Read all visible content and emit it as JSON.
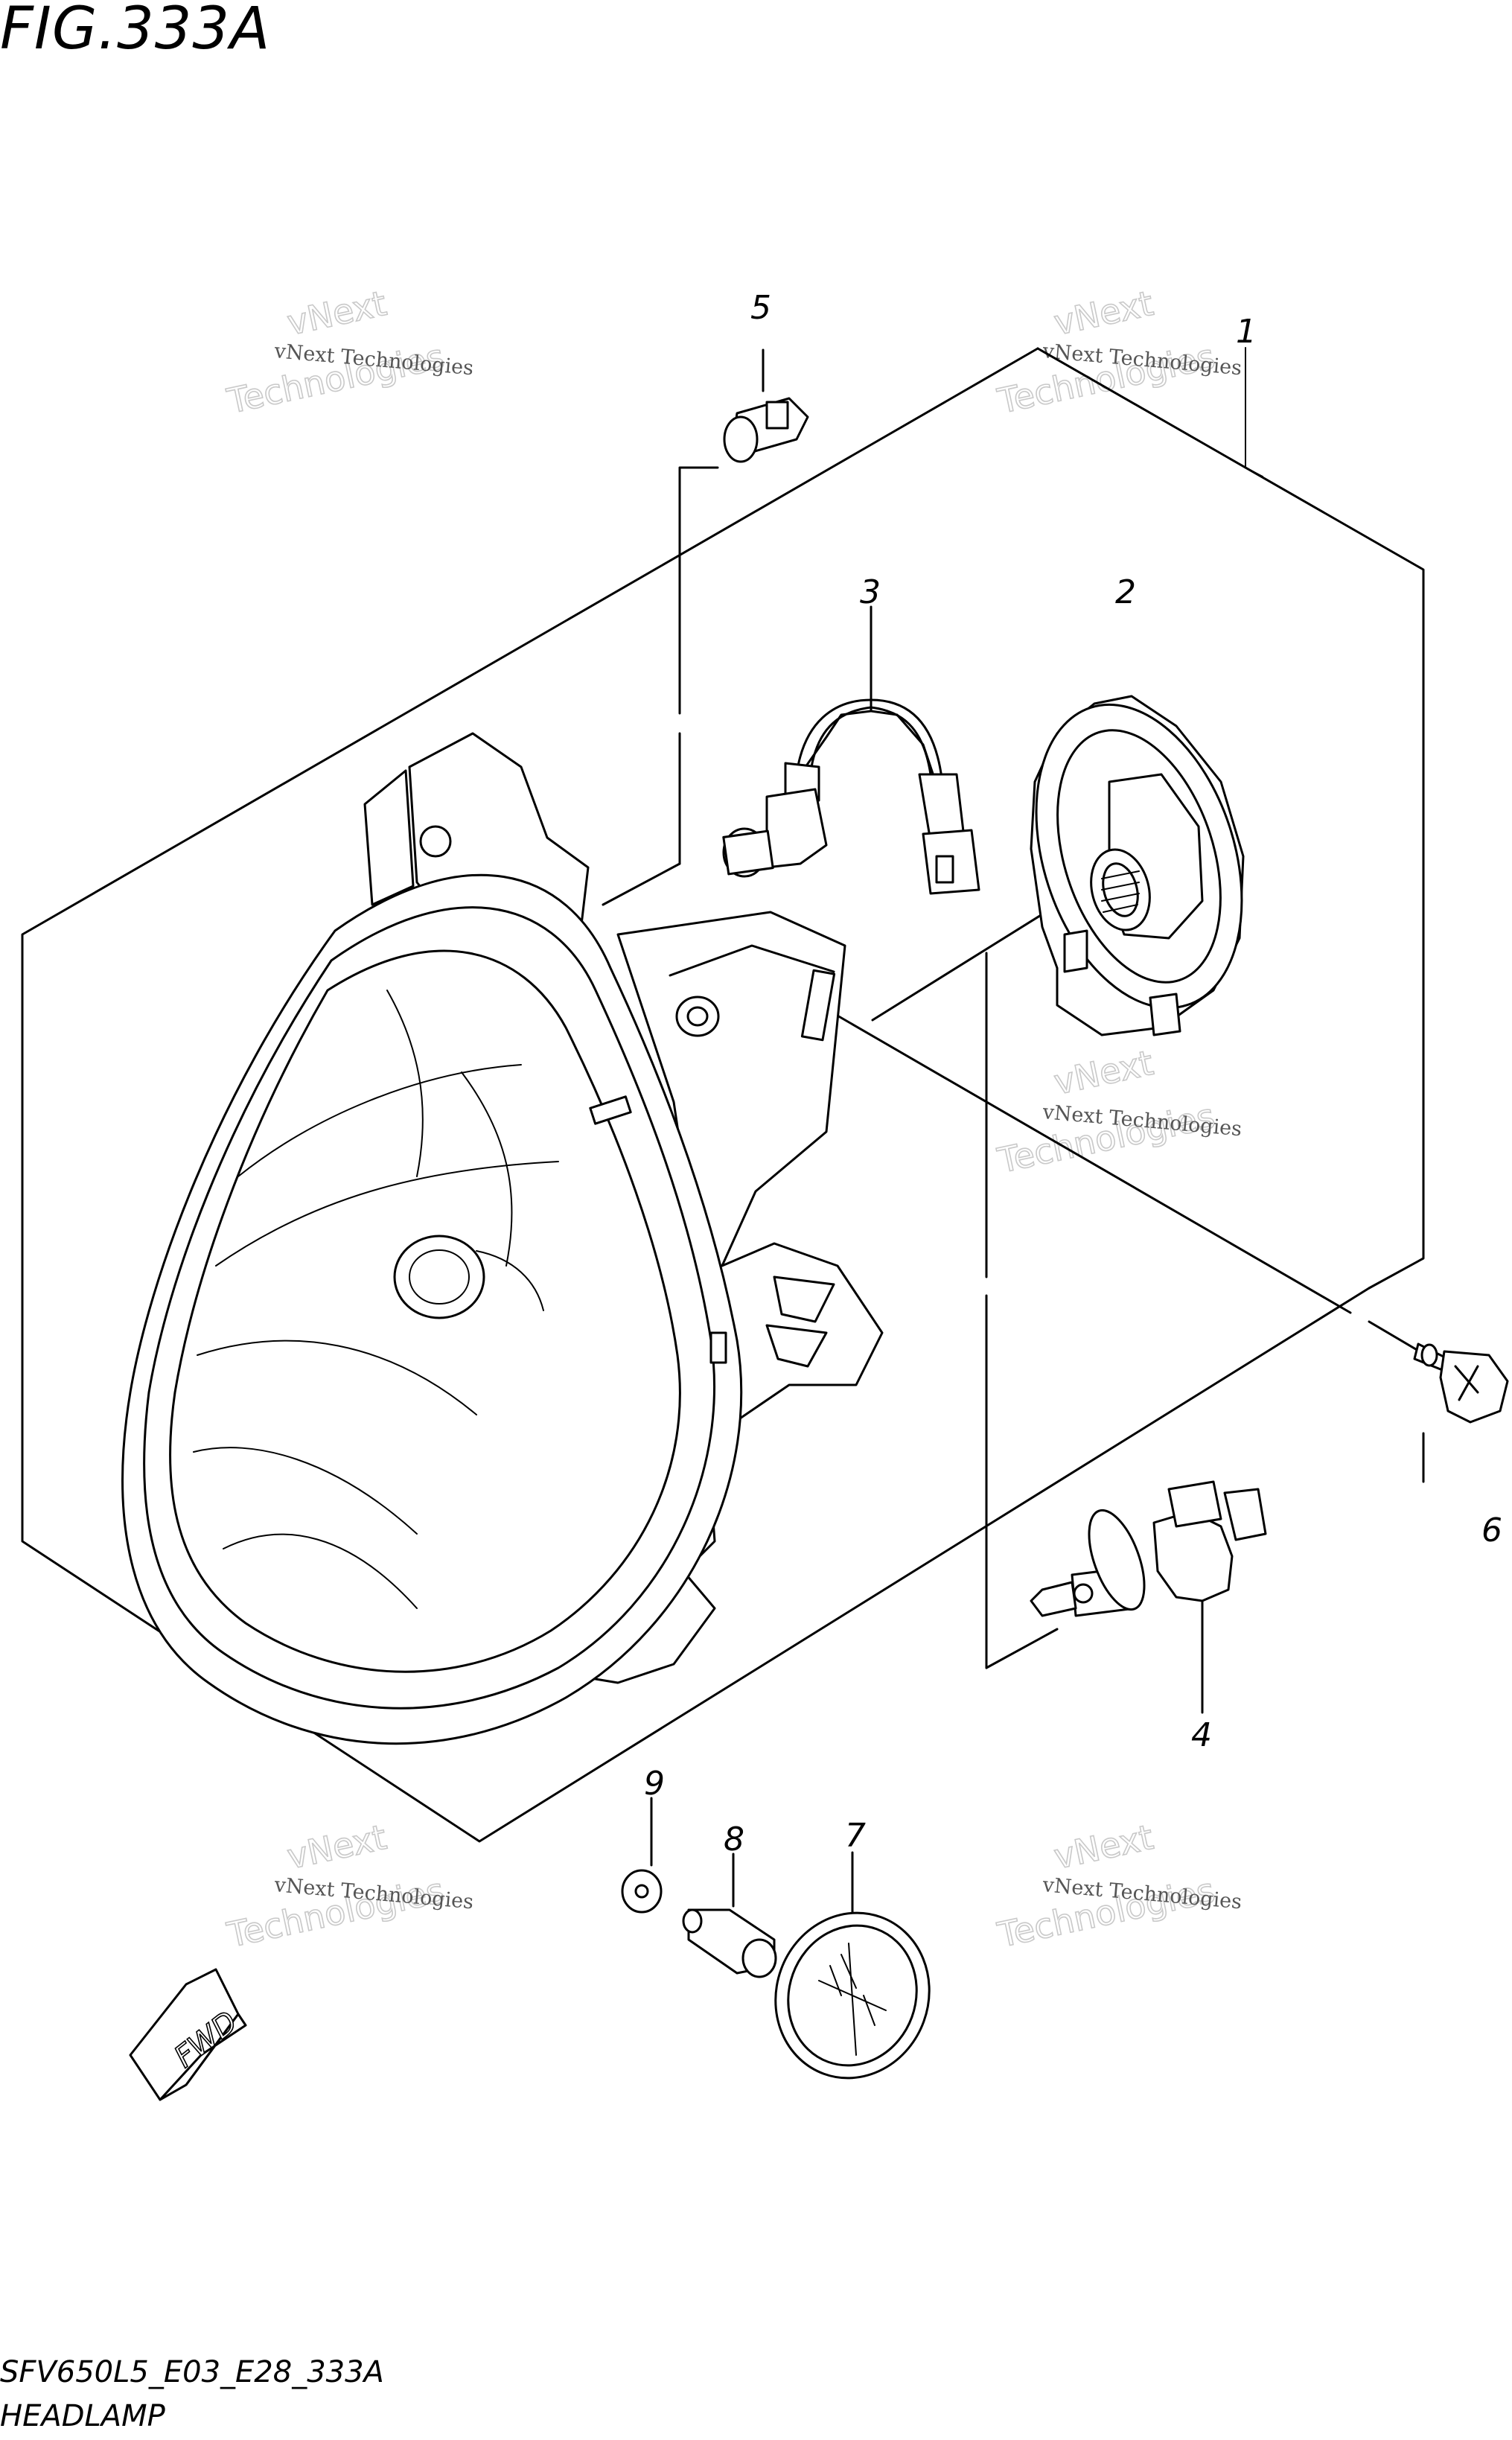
{
  "figure": {
    "title": "FIG.333A",
    "code": "SFV650L5_E03_E28_333A",
    "name": "HEADLAMP",
    "fwd_label": "FWD"
  },
  "callouts": [
    {
      "id": "1",
      "part": "headlamp-assembly"
    },
    {
      "id": "2",
      "part": "socket-cover"
    },
    {
      "id": "3",
      "part": "position-lamp-socket-harness"
    },
    {
      "id": "4",
      "part": "headlamp-bulb"
    },
    {
      "id": "5",
      "part": "position-lamp-bulb"
    },
    {
      "id": "6",
      "part": "mounting-bolt"
    },
    {
      "id": "7",
      "part": "cap"
    },
    {
      "id": "8",
      "part": "spacer"
    },
    {
      "id": "9",
      "part": "washer"
    }
  ],
  "watermark": {
    "small_text": "vNext Technologies",
    "big_line1": "vNext",
    "big_line2": "Technologies"
  }
}
